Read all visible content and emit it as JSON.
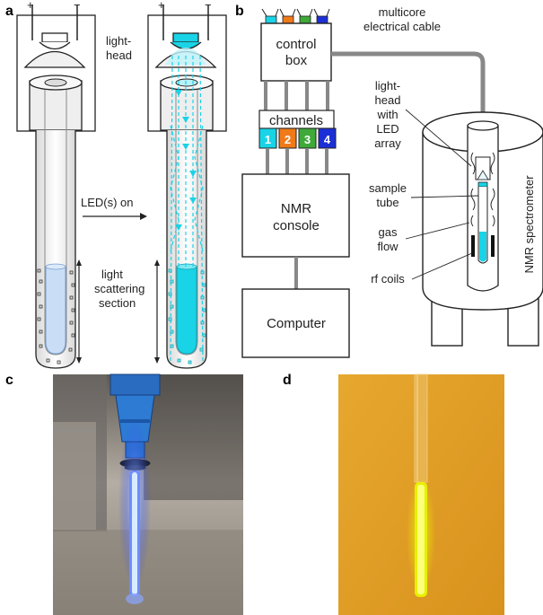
{
  "panels": {
    "a": "a",
    "b": "b",
    "c": "c",
    "d": "d"
  },
  "a": {
    "plus_left": "+",
    "minus_left": "−",
    "plus_right": "+",
    "minus_right": "−",
    "light_head_1": "light-",
    "light_head_2": "head",
    "led_on": "LED(s) on",
    "scatter_1": "light",
    "scatter_2": "scattering",
    "scatter_3": "section"
  },
  "b": {
    "cable_1": "multicore",
    "cable_2": "electrical cable",
    "control_1": "control",
    "control_2": "box",
    "channels_title": "channels",
    "channels": [
      "1",
      "2",
      "3",
      "4"
    ],
    "nmr_1": "NMR",
    "nmr_2": "console",
    "computer": "Computer",
    "lh_1": "light-",
    "lh_2": "head",
    "lh_3": "with",
    "lh_4": "LED",
    "lh_5": "array",
    "sample_1": "sample",
    "sample_2": "tube",
    "gas_1": "gas",
    "gas_2": "flow",
    "rf": "rf coils",
    "spectrometer": "NMR spectrometer"
  },
  "colors": {
    "cyan": "#19d3e6",
    "orange": "#f07a1a",
    "green": "#3fa93a",
    "blue": "#1c2fd6",
    "tube_fill_off": "#c9def6",
    "led_yellow": "#e8f000",
    "photo_d_bg": "#e1a128"
  }
}
